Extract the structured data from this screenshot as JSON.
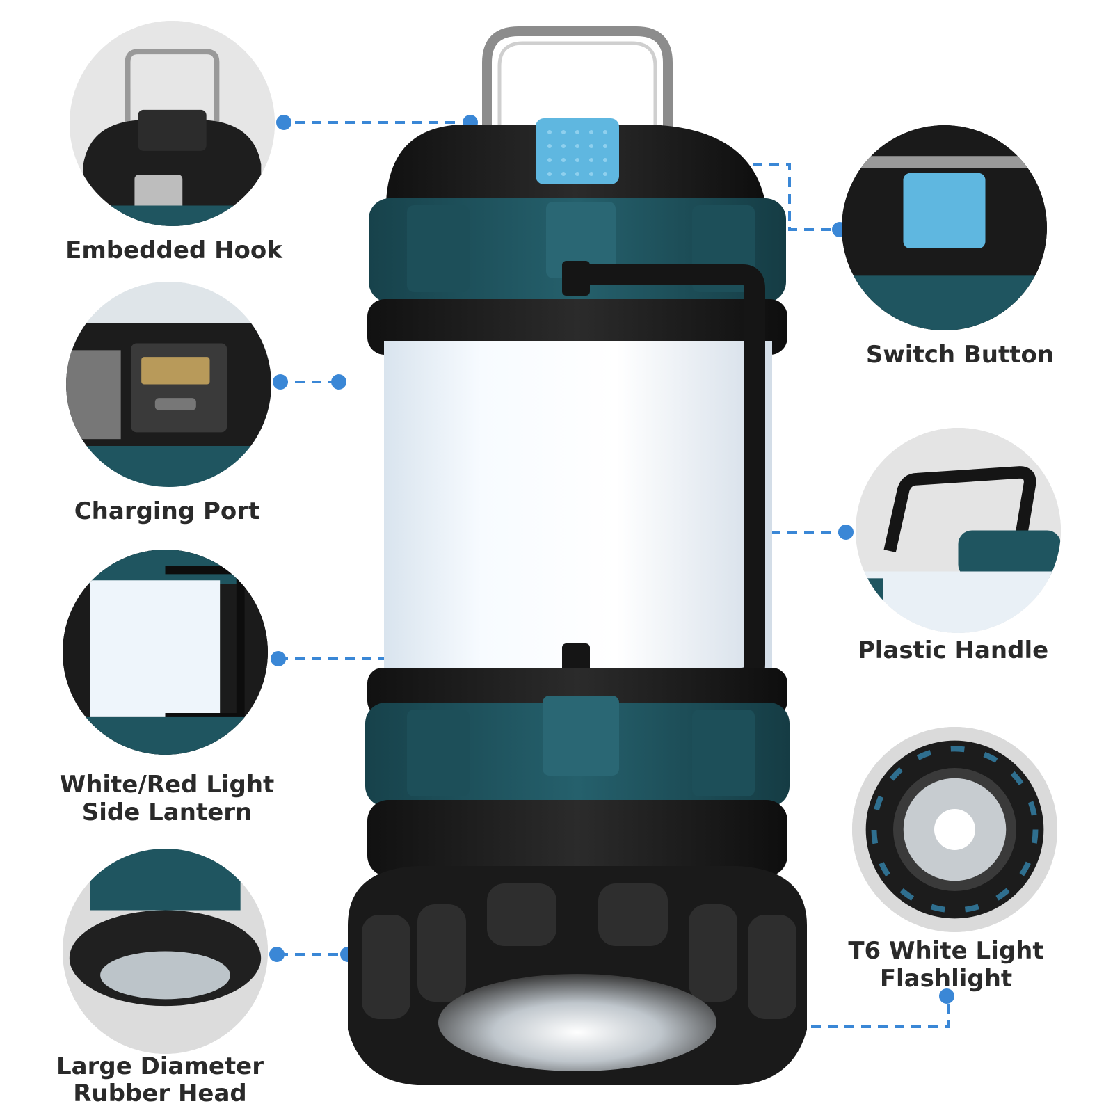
{
  "features": {
    "embedded_hook": "Embedded Hook",
    "charging_port": "Charging Port",
    "side_lantern_line1": "White/Red Light",
    "side_lantern_line2": "Side Lantern",
    "rubber_head_line1": "Large Diameter",
    "rubber_head_line2": "Rubber Head",
    "switch_button": "Switch Button",
    "plastic_handle": "Plastic Handle",
    "flashlight_line1": "T6 White Light",
    "flashlight_line2": "Flashlight"
  },
  "callout_dot_color": "#3a87d6",
  "accent_teal": "#1f5560"
}
